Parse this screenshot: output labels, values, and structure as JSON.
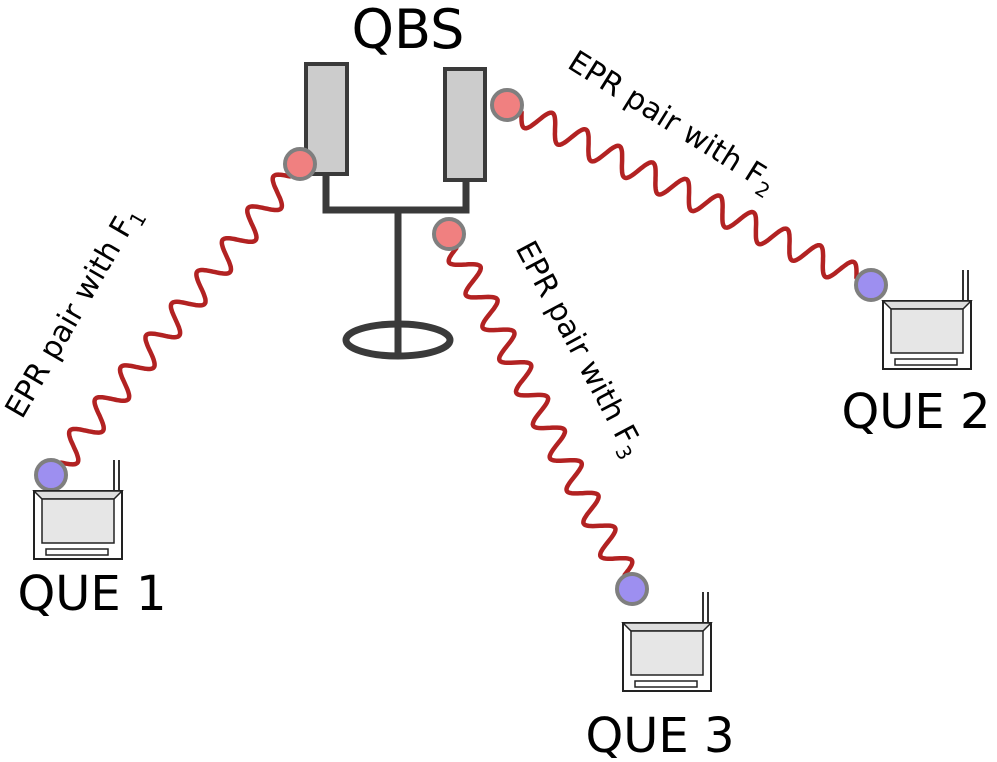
{
  "qbs": {
    "label": "QBS"
  },
  "links": [
    {
      "prefix": "EPR pair with F",
      "sub": "1"
    },
    {
      "prefix": "EPR pair with F",
      "sub": "2"
    },
    {
      "prefix": "EPR pair with F",
      "sub": "3"
    }
  ],
  "ques": [
    {
      "label": "QUE 1"
    },
    {
      "label": "QUE 2"
    },
    {
      "label": "QUE 3"
    }
  ],
  "colors": {
    "spring": "#b22222",
    "qbs_qubit": "#f08080",
    "que_qubit": "#9d8ff0",
    "qubit_ring": "#7f7f7f",
    "antenna_fill": "#cccccc",
    "structure": "#3a3a3a"
  }
}
